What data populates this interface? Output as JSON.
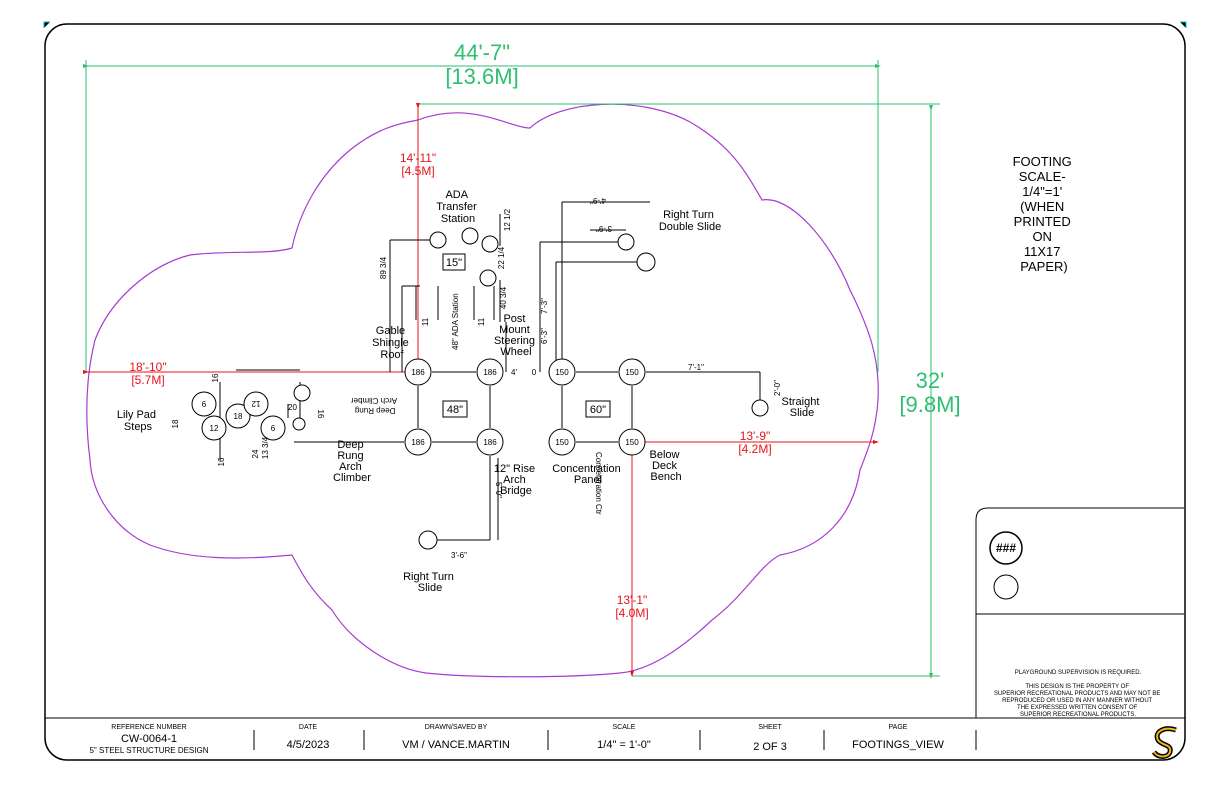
{
  "colors": {
    "border": "#000000",
    "boundary": "#a73bd0",
    "dim_green": "#2fbf71",
    "dim_red": "#e8141b",
    "corner": "#00c8c8",
    "logo_yellow": "#f3b51b"
  },
  "dimensions": {
    "overall_width_ft": "44'-7\"",
    "overall_width_m": "[13.6M]",
    "overall_depth_ft": "32'",
    "overall_depth_m": "[9.8M]",
    "top_offset_ft": "14'-11\"",
    "top_offset_m": "[4.5M]",
    "left_offset_ft": "18'-10\"",
    "left_offset_m": "[5.7M]",
    "right_offset_ft": "13'-9\"",
    "right_offset_m": "[4.2M]",
    "bottom_offset_ft": "13'-1\"",
    "bottom_offset_m": "[4.0M]"
  },
  "note": {
    "lines": [
      "FOOTING",
      "SCALE-",
      "1/4\"=1'",
      "(WHEN",
      "PRINTED",
      "ON",
      "11X17",
      "PAPER)"
    ]
  },
  "components": {
    "ada_transfer": [
      "ADA",
      "Transfer",
      "Station"
    ],
    "right_turn_double": [
      "Right Turn",
      "Double Slide"
    ],
    "gable": [
      "Gable",
      "Shingle",
      "Roof"
    ],
    "post_mount": [
      "Post",
      "Mount",
      "Steering",
      "Wheel"
    ],
    "lily_pad": [
      "Lily Pad",
      "Steps"
    ],
    "deep_rung": [
      "Deep",
      "Rung",
      "Arch",
      "Climber"
    ],
    "arch_bridge": [
      "12\" Rise",
      "Arch",
      "Bridge"
    ],
    "concentration": [
      "Concentration",
      "Panel"
    ],
    "below_deck": [
      "Below",
      "Deck",
      "Bench"
    ],
    "straight_slide": [
      "Straight",
      "Slide"
    ],
    "right_turn_slide": [
      "Right Turn",
      "Slide"
    ],
    "ada_station_vertical": "48\" ADA Station",
    "deep_rung_mirror": [
      "Deep Rung",
      "Arch Climber"
    ],
    "concentration_vertical": "Concentration Ctr"
  },
  "decks": {
    "d15": "15\"",
    "d48": "48\"",
    "d60": "60\""
  },
  "footing_labels": {
    "post_186": "186",
    "post_150": "150",
    "lily": [
      "6",
      "18",
      "12",
      "12",
      "6"
    ]
  },
  "small_dims": {
    "d_4_9": "4'-9\"",
    "d_3_9": "3'-9\"",
    "d_7_3": "7'-3\"",
    "d_6_3": "6'-3\"",
    "d_7_1": "7'-1\"",
    "d_2_0": "2'-0\"",
    "d_3_6": "3'-6\"",
    "d_5_0": "5'-0\"",
    "d_4": "4'",
    "d_0": "0",
    "d_89_3_4": "89 3/4",
    "d_12_1_2": "12 1/2",
    "d_22_1_4": "22 1/4",
    "d_40_3_4": "40 3/4",
    "d_11a": "11",
    "d_11b": "11",
    "d_16a": "16",
    "d_16b": "16",
    "d_16c": "16",
    "d_18": "18",
    "d_20": "20",
    "d_24": "24",
    "d_13_3_4": "13 3/4"
  },
  "sidebox": {
    "tag": "###",
    "supervision": "PLAYGROUND SUPERVISION IS REQUIRED.",
    "legal": [
      "THIS DESIGN IS THE PROPERTY OF",
      "SUPERIOR RECREATIONAL PRODUCTS AND MAY NOT BE",
      "REPRODUCED OR USED IN ANY MANNER WITHOUT",
      "THE EXPRESSED WRITTEN CONSENT OF",
      "SUPERIOR RECREATIONAL PRODUCTS."
    ]
  },
  "title_block": {
    "ref_head": "REFERENCE NUMBER",
    "ref_val": "CW-0064-1",
    "ref_sub": "5\" STEEL STRUCTURE DESIGN",
    "date_head": "DATE",
    "date_val": "4/5/2023",
    "drawn_head": "DRAWN/SAVED BY",
    "drawn_val": "VM / VANCE.MARTIN",
    "scale_head": "SCALE",
    "scale_val": "1/4\" = 1'-0\"",
    "sheet_head": "SHEET",
    "sheet_val": "2 OF 3",
    "page_head": "PAGE",
    "page_val": "FOOTINGS_VIEW"
  }
}
